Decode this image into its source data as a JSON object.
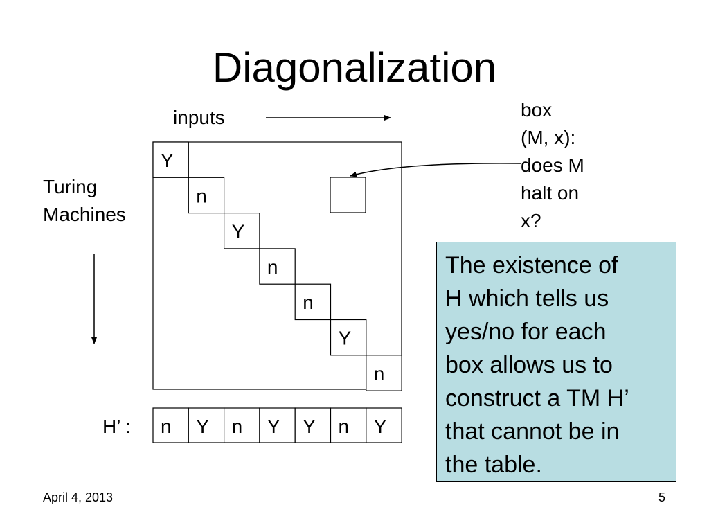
{
  "title": "Diagonalization",
  "labels": {
    "inputs": "inputs",
    "turing_machines": [
      "Turing",
      "Machines"
    ],
    "box_callout": [
      "box",
      "(M, x):",
      "does M",
      "halt on",
      "x?"
    ],
    "h_prime": "H’ :"
  },
  "diagonal": [
    "Y",
    "n",
    "Y",
    "n",
    "n",
    "Y",
    "n"
  ],
  "h_prime_row": [
    "n",
    "Y",
    "n",
    "Y",
    "Y",
    "n",
    "Y"
  ],
  "info_box": {
    "lines": [
      "The existence of",
      "H which tells us",
      "yes/no for each",
      "box allows us to",
      "construct a TM H’",
      "that cannot be in",
      "the table."
    ],
    "background": "#b8dde2"
  },
  "footer": {
    "date": "April 4, 2013",
    "page": "5"
  }
}
